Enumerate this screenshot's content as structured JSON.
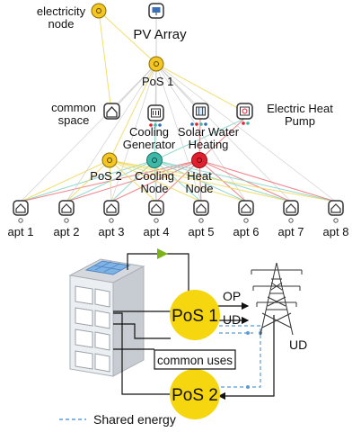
{
  "top_graph": {
    "nodes": {
      "electricity_node": [
        "electricity",
        "node"
      ],
      "pv_array": [
        "PV Array"
      ],
      "pos1": [
        "PoS 1"
      ],
      "common_space": [
        "common",
        "space"
      ],
      "cooling_generator": [
        "Cooling",
        "Generator"
      ],
      "solar_water_heating": [
        "Solar Water",
        "Heating"
      ],
      "electric_heat_pump": [
        "Electric Heat",
        "Pump"
      ],
      "pos2": [
        "PoS 2"
      ],
      "cooling_node": [
        "Cooling",
        "Node"
      ],
      "heat_node": [
        "Heat",
        "Node"
      ]
    },
    "apartments": [
      "apt 1",
      "apt 2",
      "apt 3",
      "apt 4",
      "apt 5",
      "apt 6",
      "apt 7",
      "apt 8"
    ]
  },
  "bottom_schematic": {
    "pos1": "PoS 1",
    "pos2": "PoS 2",
    "op": "OP",
    "ud_near": "UD",
    "ud_right": "UD",
    "common_uses": "common uses",
    "legend": "Shared energy"
  },
  "colors": {
    "yellow_node": "#f3c623",
    "teal_node": "#3fb8a8",
    "red_node": "#e21f2f",
    "edge_yellow": "#f0d858",
    "edge_teal": "#7fd3c6",
    "edge_red": "#ef6d73",
    "edge_gray": "#c8c8c8",
    "shared_energy": "#5b9bd5",
    "green_arrow": "#7ab317"
  }
}
